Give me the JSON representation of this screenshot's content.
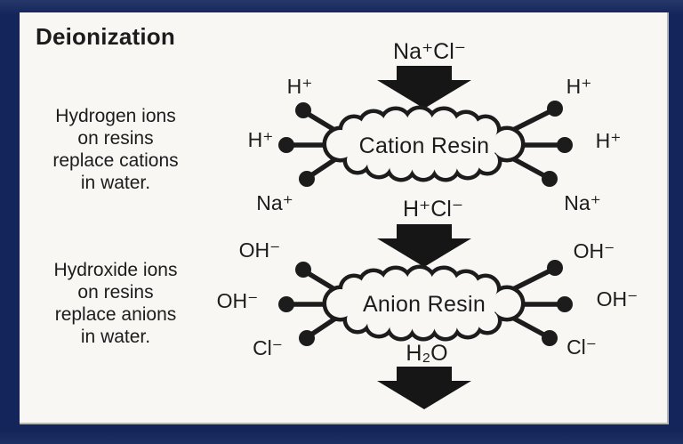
{
  "panel": {
    "title": "Deionization",
    "captions": [
      {
        "lines": [
          "Hydrogen ions",
          "on resins",
          "replace cations",
          "in water."
        ]
      },
      {
        "lines": [
          "Hydroxide ions",
          "on resins",
          "replace anions",
          "in water."
        ]
      }
    ]
  },
  "flow": {
    "input_compound": "Na⁺Cl⁻",
    "intermediate_compound": "H⁺Cl⁻",
    "output_compound": "H₂O"
  },
  "cation_stage": {
    "resin_label": "Cation Resin",
    "left_ions": [
      "H⁺",
      "H⁺",
      "Na⁺"
    ],
    "right_ions": [
      "H⁺",
      "H⁺",
      "Na⁺"
    ]
  },
  "anion_stage": {
    "resin_label": "Anion Resin",
    "left_ions": [
      "OH⁻",
      "OH⁻",
      "Cl⁻"
    ],
    "right_ions": [
      "OH⁻",
      "OH⁻",
      "Cl⁻"
    ]
  },
  "colors": {
    "border": "#13255a",
    "paper": "#f8f7f4",
    "ink": "#1c1c1c"
  }
}
